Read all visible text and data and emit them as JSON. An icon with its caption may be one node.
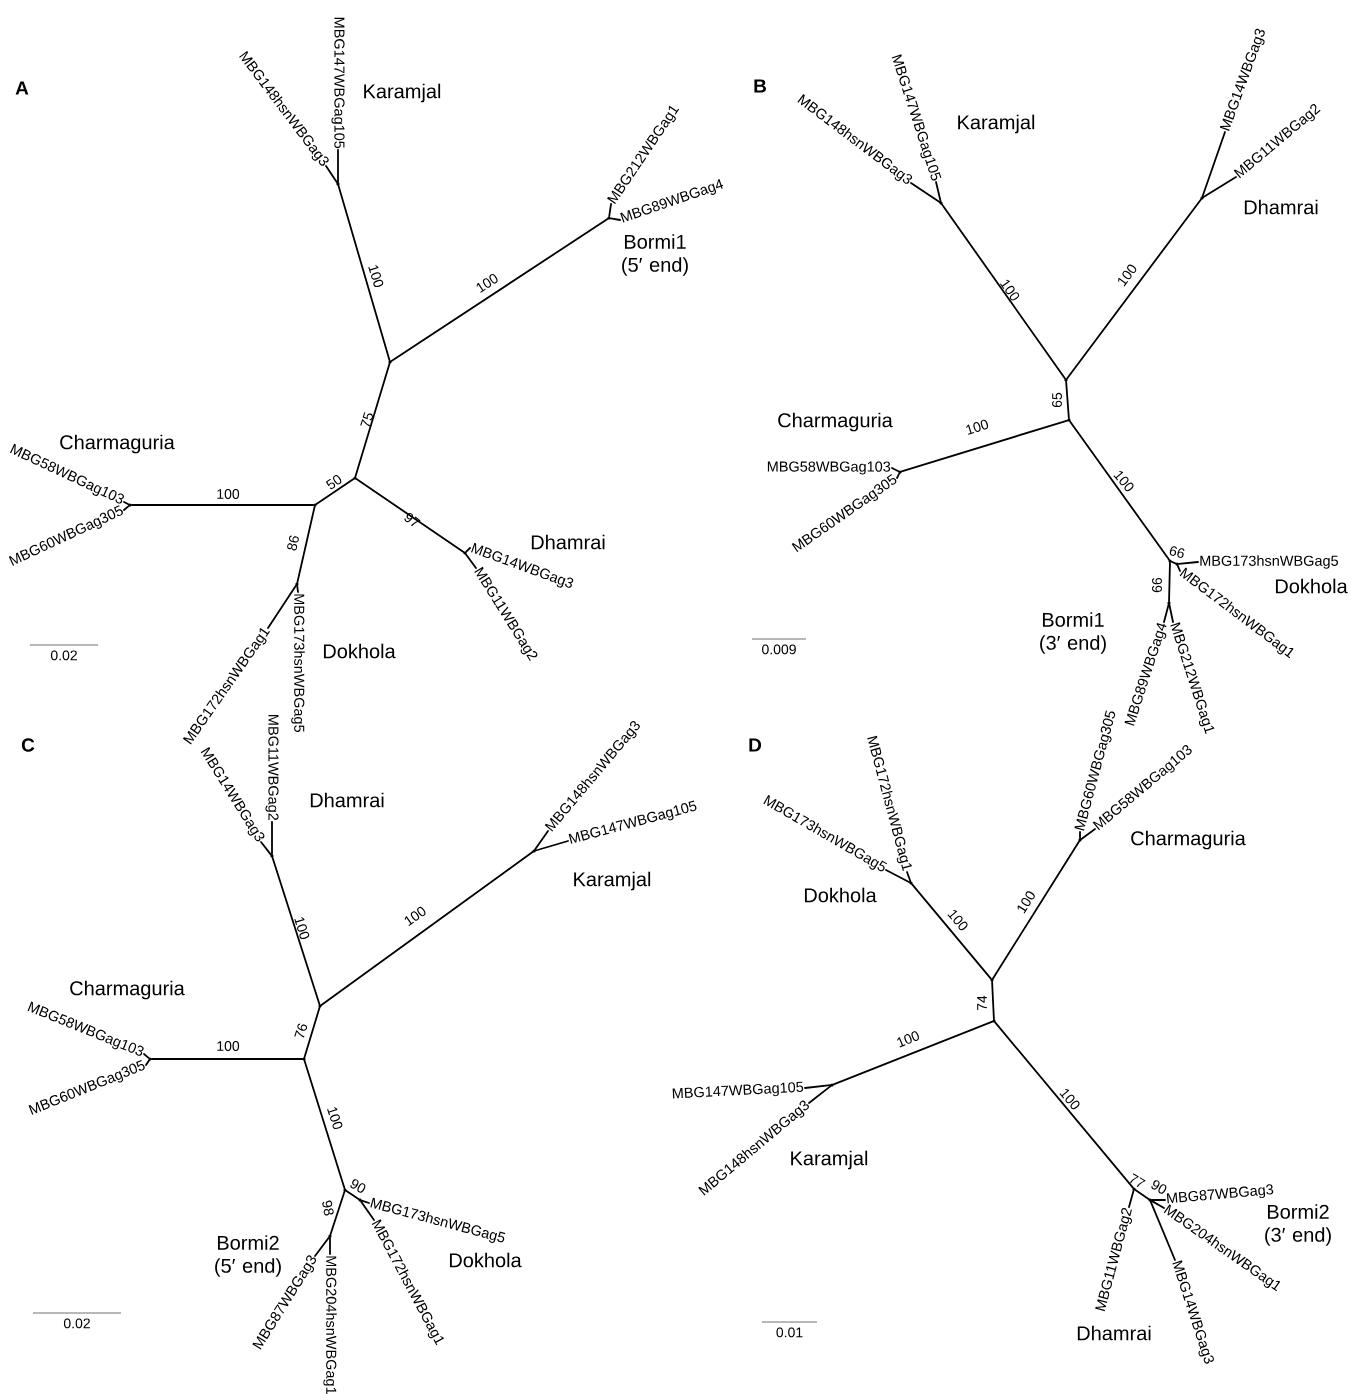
{
  "diagram": {
    "nodes": [
      {
        "text": [],
        "shape": "point"
      },
      {
        "text": [],
        "shape": "point"
      },
      {
        "text": [],
        "shape": "point"
      },
      {
        "text": [],
        "shape": "point"
      },
      {
        "text": [
          "MBG148hsnWBGag3"
        ]
      },
      {
        "text": [
          "MBG147WBGag105"
        ]
      },
      {
        "text": [],
        "shape": "point"
      },
      {
        "text": [
          "MBG212WBGag1"
        ]
      },
      {
        "text": [
          "MBG89WBGag4"
        ]
      },
      {
        "text": [],
        "shape": "point"
      },
      {
        "text": [
          "MBG14WBGag3"
        ]
      },
      {
        "text": [
          "MBG11WBGag2"
        ]
      },
      {
        "text": [],
        "shape": "point"
      },
      {
        "text": [
          "MBG58WBGag103"
        ]
      },
      {
        "text": [
          "MBG60WBGag305"
        ]
      },
      {
        "text": [],
        "shape": "point"
      },
      {
        "text": [
          "MBG172hsnWBGag1"
        ]
      },
      {
        "text": [
          "MBG173hsnWBGag5"
        ]
      },
      {
        "text": [],
        "shape": "point"
      },
      {
        "text": [],
        "shape": "point"
      },
      {
        "text": [],
        "shape": "point"
      },
      {
        "text": [
          "MBG148hsnWBGag3"
        ]
      },
      {
        "text": [
          "MBG147WBGag105"
        ]
      },
      {
        "text": [],
        "shape": "point"
      },
      {
        "text": [
          "MBG14WBGag3"
        ]
      },
      {
        "text": [
          "MBG11WBGag2"
        ]
      },
      {
        "text": [],
        "shape": "point"
      },
      {
        "text": [
          "MBG58WBGag103"
        ]
      },
      {
        "text": [
          "MBG60WBGag305"
        ]
      },
      {
        "text": [],
        "shape": "point"
      },
      {
        "text": [],
        "shape": "point"
      },
      {
        "text": [
          "MBG173hsnWBGag5"
        ]
      },
      {
        "text": [
          "MBG172hsnWBGag1"
        ]
      },
      {
        "text": [],
        "shape": "point"
      },
      {
        "text": [
          "MBG89WBGag4"
        ]
      },
      {
        "text": [
          "MBG212WBGag1"
        ]
      },
      {
        "text": [],
        "shape": "point"
      },
      {
        "text": [],
        "shape": "point"
      },
      {
        "text": [],
        "shape": "point"
      },
      {
        "text": [
          "MBG14WBGag3"
        ]
      },
      {
        "text": [
          "MBG11WBGag2"
        ]
      },
      {
        "text": [],
        "shape": "point"
      },
      {
        "text": [
          "MBG148hsnWBGag3"
        ]
      },
      {
        "text": [
          "MBG147WBGag105"
        ]
      },
      {
        "text": [],
        "shape": "point"
      },
      {
        "text": [
          "MBG58WBGag103"
        ]
      },
      {
        "text": [
          "MBG60WBGag305"
        ]
      },
      {
        "text": [],
        "shape": "point"
      },
      {
        "text": [],
        "shape": "point"
      },
      {
        "text": [
          "MBG173hsnWBGag5"
        ]
      },
      {
        "text": [
          "MBG172hsnWBGag1"
        ]
      },
      {
        "text": [],
        "shape": "point"
      },
      {
        "text": [
          "MBG87WBGag3"
        ]
      },
      {
        "text": [
          "MBG204hsnWBGag1"
        ]
      },
      {
        "text": [],
        "shape": "point"
      },
      {
        "text": [],
        "shape": "point"
      },
      {
        "text": [],
        "shape": "point"
      },
      {
        "text": [
          "MBG173hsnWBGag5"
        ]
      },
      {
        "text": [
          "MBG172hsnWBGag1"
        ]
      },
      {
        "text": [],
        "shape": "point"
      },
      {
        "text": [
          "MBG60WBGag305"
        ]
      },
      {
        "text": [
          "MBG58WBGag103"
        ]
      },
      {
        "text": [],
        "shape": "point"
      },
      {
        "text": [
          "MBG147WBGag105"
        ]
      },
      {
        "text": [
          "MBG148hsnWBGag3"
        ]
      },
      {
        "text": [],
        "shape": "point"
      },
      {
        "text": [
          "MBG11WBGag2"
        ]
      },
      {
        "text": [],
        "shape": "point"
      },
      {
        "text": [
          "MBG87WBGag3"
        ]
      },
      {
        "text": [
          "MBG204hsnWBGag1"
        ]
      },
      {
        "text": [
          "MBG14WBGag3"
        ]
      }
    ],
    "edges": [
      {
        "from": 0,
        "to": 3,
        "arrow": "none",
        "label": "100"
      },
      {
        "from": 3,
        "to": 4,
        "arrow": "none"
      },
      {
        "from": 3,
        "to": 5,
        "arrow": "none"
      },
      {
        "from": 0,
        "to": 6,
        "arrow": "none",
        "label": "100"
      },
      {
        "from": 6,
        "to": 7,
        "arrow": "none"
      },
      {
        "from": 6,
        "to": 8,
        "arrow": "none"
      },
      {
        "from": 0,
        "to": 1,
        "arrow": "none",
        "label": "75"
      },
      {
        "from": 1,
        "to": 2,
        "arrow": "none",
        "label": "50"
      },
      {
        "from": 1,
        "to": 9,
        "arrow": "none",
        "label": "97"
      },
      {
        "from": 9,
        "to": 10,
        "arrow": "none"
      },
      {
        "from": 9,
        "to": 11,
        "arrow": "none"
      },
      {
        "from": 2,
        "to": 12,
        "arrow": "none",
        "label": "100"
      },
      {
        "from": 12,
        "to": 13,
        "arrow": "none"
      },
      {
        "from": 12,
        "to": 14,
        "arrow": "none"
      },
      {
        "from": 2,
        "to": 15,
        "arrow": "none",
        "label": "86"
      },
      {
        "from": 15,
        "to": 16,
        "arrow": "none"
      },
      {
        "from": 15,
        "to": 17,
        "arrow": "none"
      },
      {
        "from": 18,
        "to": 20,
        "arrow": "none",
        "label": "100"
      },
      {
        "from": 20,
        "to": 21,
        "arrow": "none"
      },
      {
        "from": 20,
        "to": 22,
        "arrow": "none"
      },
      {
        "from": 18,
        "to": 23,
        "arrow": "none",
        "label": "100"
      },
      {
        "from": 23,
        "to": 24,
        "arrow": "none"
      },
      {
        "from": 23,
        "to": 25,
        "arrow": "none"
      },
      {
        "from": 18,
        "to": 19,
        "arrow": "none",
        "label": "65"
      },
      {
        "from": 19,
        "to": 26,
        "arrow": "none",
        "label": "100"
      },
      {
        "from": 26,
        "to": 27,
        "arrow": "none"
      },
      {
        "from": 26,
        "to": 28,
        "arrow": "none"
      },
      {
        "from": 19,
        "to": 29,
        "arrow": "none",
        "label": "100"
      },
      {
        "from": 29,
        "to": 30,
        "arrow": "none",
        "label": "66"
      },
      {
        "from": 30,
        "to": 31,
        "arrow": "none"
      },
      {
        "from": 30,
        "to": 32,
        "arrow": "none"
      },
      {
        "from": 29,
        "to": 33,
        "arrow": "none",
        "label": "99"
      },
      {
        "from": 33,
        "to": 34,
        "arrow": "none"
      },
      {
        "from": 33,
        "to": 35,
        "arrow": "none"
      },
      {
        "from": 36,
        "to": 38,
        "arrow": "none",
        "label": "100"
      },
      {
        "from": 38,
        "to": 39,
        "arrow": "none"
      },
      {
        "from": 38,
        "to": 40,
        "arrow": "none"
      },
      {
        "from": 36,
        "to": 41,
        "arrow": "none",
        "label": "100"
      },
      {
        "from": 41,
        "to": 42,
        "arrow": "none"
      },
      {
        "from": 41,
        "to": 43,
        "arrow": "none"
      },
      {
        "from": 36,
        "to": 37,
        "arrow": "none",
        "label": "76"
      },
      {
        "from": 37,
        "to": 44,
        "arrow": "none",
        "label": "100"
      },
      {
        "from": 44,
        "to": 45,
        "arrow": "none"
      },
      {
        "from": 44,
        "to": 46,
        "arrow": "none"
      },
      {
        "from": 37,
        "to": 47,
        "arrow": "none",
        "label": "100"
      },
      {
        "from": 47,
        "to": 48,
        "arrow": "none",
        "label": "90"
      },
      {
        "from": 48,
        "to": 49,
        "arrow": "none"
      },
      {
        "from": 48,
        "to": 50,
        "arrow": "none"
      },
      {
        "from": 47,
        "to": 51,
        "arrow": "none",
        "label": "98"
      },
      {
        "from": 51,
        "to": 52,
        "arrow": "none"
      },
      {
        "from": 51,
        "to": 53,
        "arrow": "none"
      },
      {
        "from": 54,
        "to": 56,
        "arrow": "none",
        "label": "100"
      },
      {
        "from": 56,
        "to": 57,
        "arrow": "none"
      },
      {
        "from": 56,
        "to": 58,
        "arrow": "none"
      },
      {
        "from": 54,
        "to": 59,
        "arrow": "none",
        "label": "100"
      },
      {
        "from": 59,
        "to": 60,
        "arrow": "none"
      },
      {
        "from": 59,
        "to": 61,
        "arrow": "none"
      },
      {
        "from": 54,
        "to": 55,
        "arrow": "none",
        "label": "74"
      },
      {
        "from": 55,
        "to": 62,
        "arrow": "none",
        "label": "100"
      },
      {
        "from": 62,
        "to": 63,
        "arrow": "none"
      },
      {
        "from": 62,
        "to": 64,
        "arrow": "none"
      },
      {
        "from": 55,
        "to": 65,
        "arrow": "none",
        "label": "100"
      },
      {
        "from": 65,
        "to": 66,
        "arrow": "none"
      },
      {
        "from": 65,
        "to": 67,
        "arrow": "none",
        "label": "77"
      },
      {
        "from": 67,
        "to": 68,
        "arrow": "none",
        "label": "90"
      },
      {
        "from": 67,
        "to": 69,
        "arrow": "none"
      },
      {
        "from": 67,
        "to": 70,
        "arrow": "none"
      }
    ],
    "labels": [
      "A",
      "Karamjal",
      "Bormi1 (5′ end)",
      "Charmaguria",
      "Dhamrai",
      "Dokhola",
      "0.02",
      "B",
      "Karamjal",
      "Dhamrai",
      "Charmaguria",
      "Dokhola",
      "Bormi1 (3′ end)",
      "0.009",
      "C",
      "Dhamrai",
      "Karamjal",
      "Charmaguria",
      "Bormi2 (5′ end)",
      "Dokhola",
      "0.02",
      "D",
      "Charmaguria",
      "Dokhola",
      "Karamjal",
      "Bormi2 (3′ end)",
      "Dhamrai",
      "0.01"
    ]
  }
}
